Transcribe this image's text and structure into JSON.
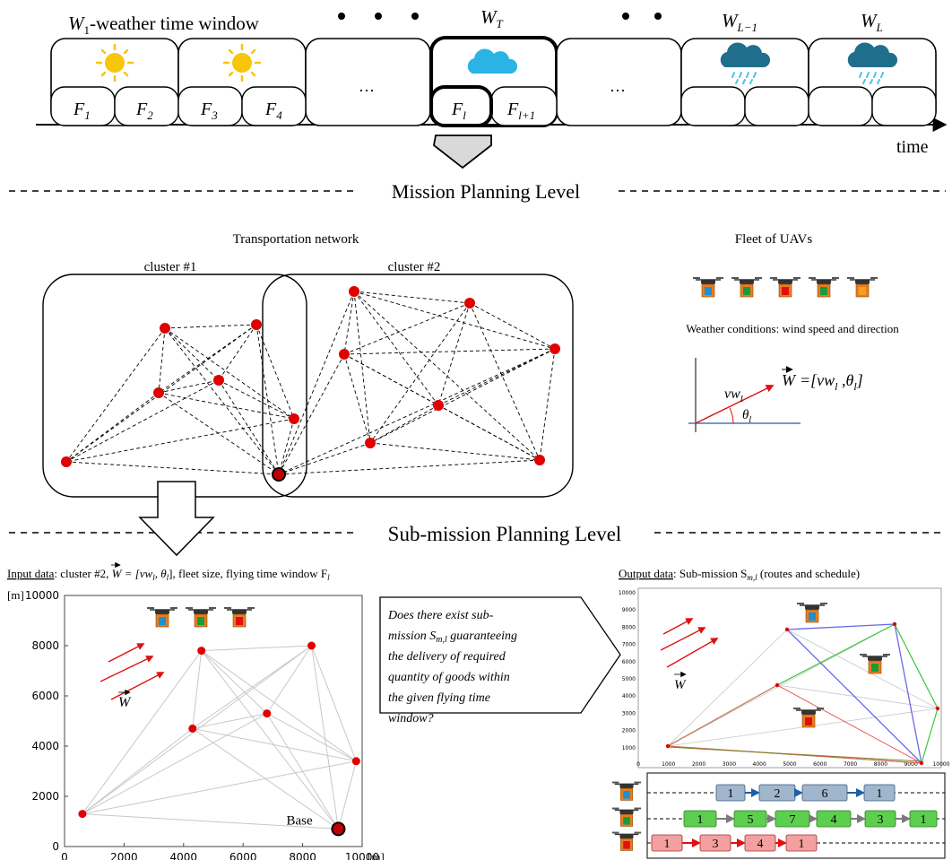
{
  "timeline": {
    "window_first": "W",
    "window_first_sub": "1",
    "window_first_label": "-weather time window",
    "window_t": "W",
    "window_t_sub": "T",
    "window_lm1": "W",
    "window_lm1_sub": "L−1",
    "window_l": "W",
    "window_l_sub": "L",
    "ellipsis_box": "…",
    "slots": [
      {
        "main": "F",
        "sub": "1"
      },
      {
        "main": "F",
        "sub": "2"
      },
      {
        "main": "F",
        "sub": "3"
      },
      {
        "main": "F",
        "sub": "4"
      },
      {
        "main": "F",
        "sub": "l"
      },
      {
        "main": "F",
        "sub": "l+1"
      }
    ],
    "time_label": "time"
  },
  "levels": {
    "mission": "Mission Planning Level",
    "submission": "Sub-mission Planning Level"
  },
  "network": {
    "title": "Transportation network",
    "cluster1": "cluster #1",
    "cluster2": "cluster #2"
  },
  "fleet": {
    "title": "Fleet of UAVs",
    "colors": [
      "#1e90d0",
      "#1a9a3a",
      "#e01010",
      "#1a9a3a",
      "#f4a020"
    ],
    "weather_title": "Weather conditions: wind speed and direction",
    "wind_formula": "=[vw",
    "wind_formula_sub": "l",
    "wind_formula_tail": " ,θ",
    "wind_formula_tail_sub": "l",
    "wind_formula_end": "]",
    "vec_label": "W",
    "speed_label": "vw",
    "speed_sub": "l",
    "angle_label": "θ",
    "angle_sub": "l"
  },
  "input": {
    "prefix": "Input data",
    "text": ": cluster #2, ",
    "vec": "W",
    "eq": " = [vw",
    "eq_sub": "l",
    "eq_mid": ",  θ",
    "eq_sub2": "l",
    "eq_tail": "], fleet size, flying time window  F",
    "eq_sub3": "l"
  },
  "chart_data": {
    "type": "scatter",
    "xlim": [
      0,
      10000
    ],
    "ylim": [
      0,
      10000
    ],
    "unit_x": "[m]",
    "unit_y": "[m]",
    "xticks": [
      "0",
      "2000",
      "4000",
      "6000",
      "8000",
      "10000"
    ],
    "yticks": [
      "0",
      "2000",
      "4000",
      "6000",
      "8000",
      "10000"
    ],
    "points": [
      {
        "x": 600,
        "y": 1300
      },
      {
        "x": 4300,
        "y": 4700
      },
      {
        "x": 4600,
        "y": 7800
      },
      {
        "x": 6800,
        "y": 5300
      },
      {
        "x": 8300,
        "y": 8000
      },
      {
        "x": 9800,
        "y": 3400
      }
    ],
    "base": {
      "x": 9200,
      "y": 700,
      "label": "Base"
    },
    "uav_colors": [
      "#1e90d0",
      "#1a9a3a",
      "#e01010"
    ],
    "wind_label": "W"
  },
  "question": {
    "lines": [
      "Does there exist sub-",
      "mission S",
      "guaranteeing",
      "the delivery of required",
      "quantity of goods within",
      "the given flying time",
      "window?"
    ],
    "sub": "m,l"
  },
  "output": {
    "prefix": "Output data",
    "text": ": Sub-mission  S",
    "sub": "m,l",
    "tail": "  (routes and schedule)",
    "yticks": [
      "10000",
      "9000",
      "8000",
      "7000",
      "6000",
      "5000",
      "4000",
      "3000",
      "2000",
      "1000"
    ],
    "xticks": [
      "0",
      "1000",
      "2000",
      "3000",
      "4000",
      "5000",
      "6000",
      "7000",
      "8000",
      "9000",
      "10000"
    ],
    "wind_label": "W",
    "uav_colors": [
      "#1e90d0",
      "#1a9a3a",
      "#1a9a3a",
      "#e01010"
    ]
  },
  "schedule": {
    "rows": [
      {
        "color": "#9fb6cc",
        "stroke": "#3a5a80",
        "arrow": "#1a5fa8",
        "items": [
          "1",
          "2",
          "6",
          "1"
        ]
      },
      {
        "color": "#5ccf4e",
        "stroke": "#2e7a22",
        "arrow": "#7a7a7a",
        "items": [
          "1",
          "5",
          "7",
          "4",
          "3",
          "1"
        ]
      },
      {
        "color": "#f4a0a0",
        "stroke": "#a03030",
        "arrow": "#e01010",
        "items": [
          "1",
          "3",
          "4",
          "1"
        ]
      }
    ],
    "uav_colors": [
      "#1e90d0",
      "#1a9a3a",
      "#e01010"
    ]
  }
}
